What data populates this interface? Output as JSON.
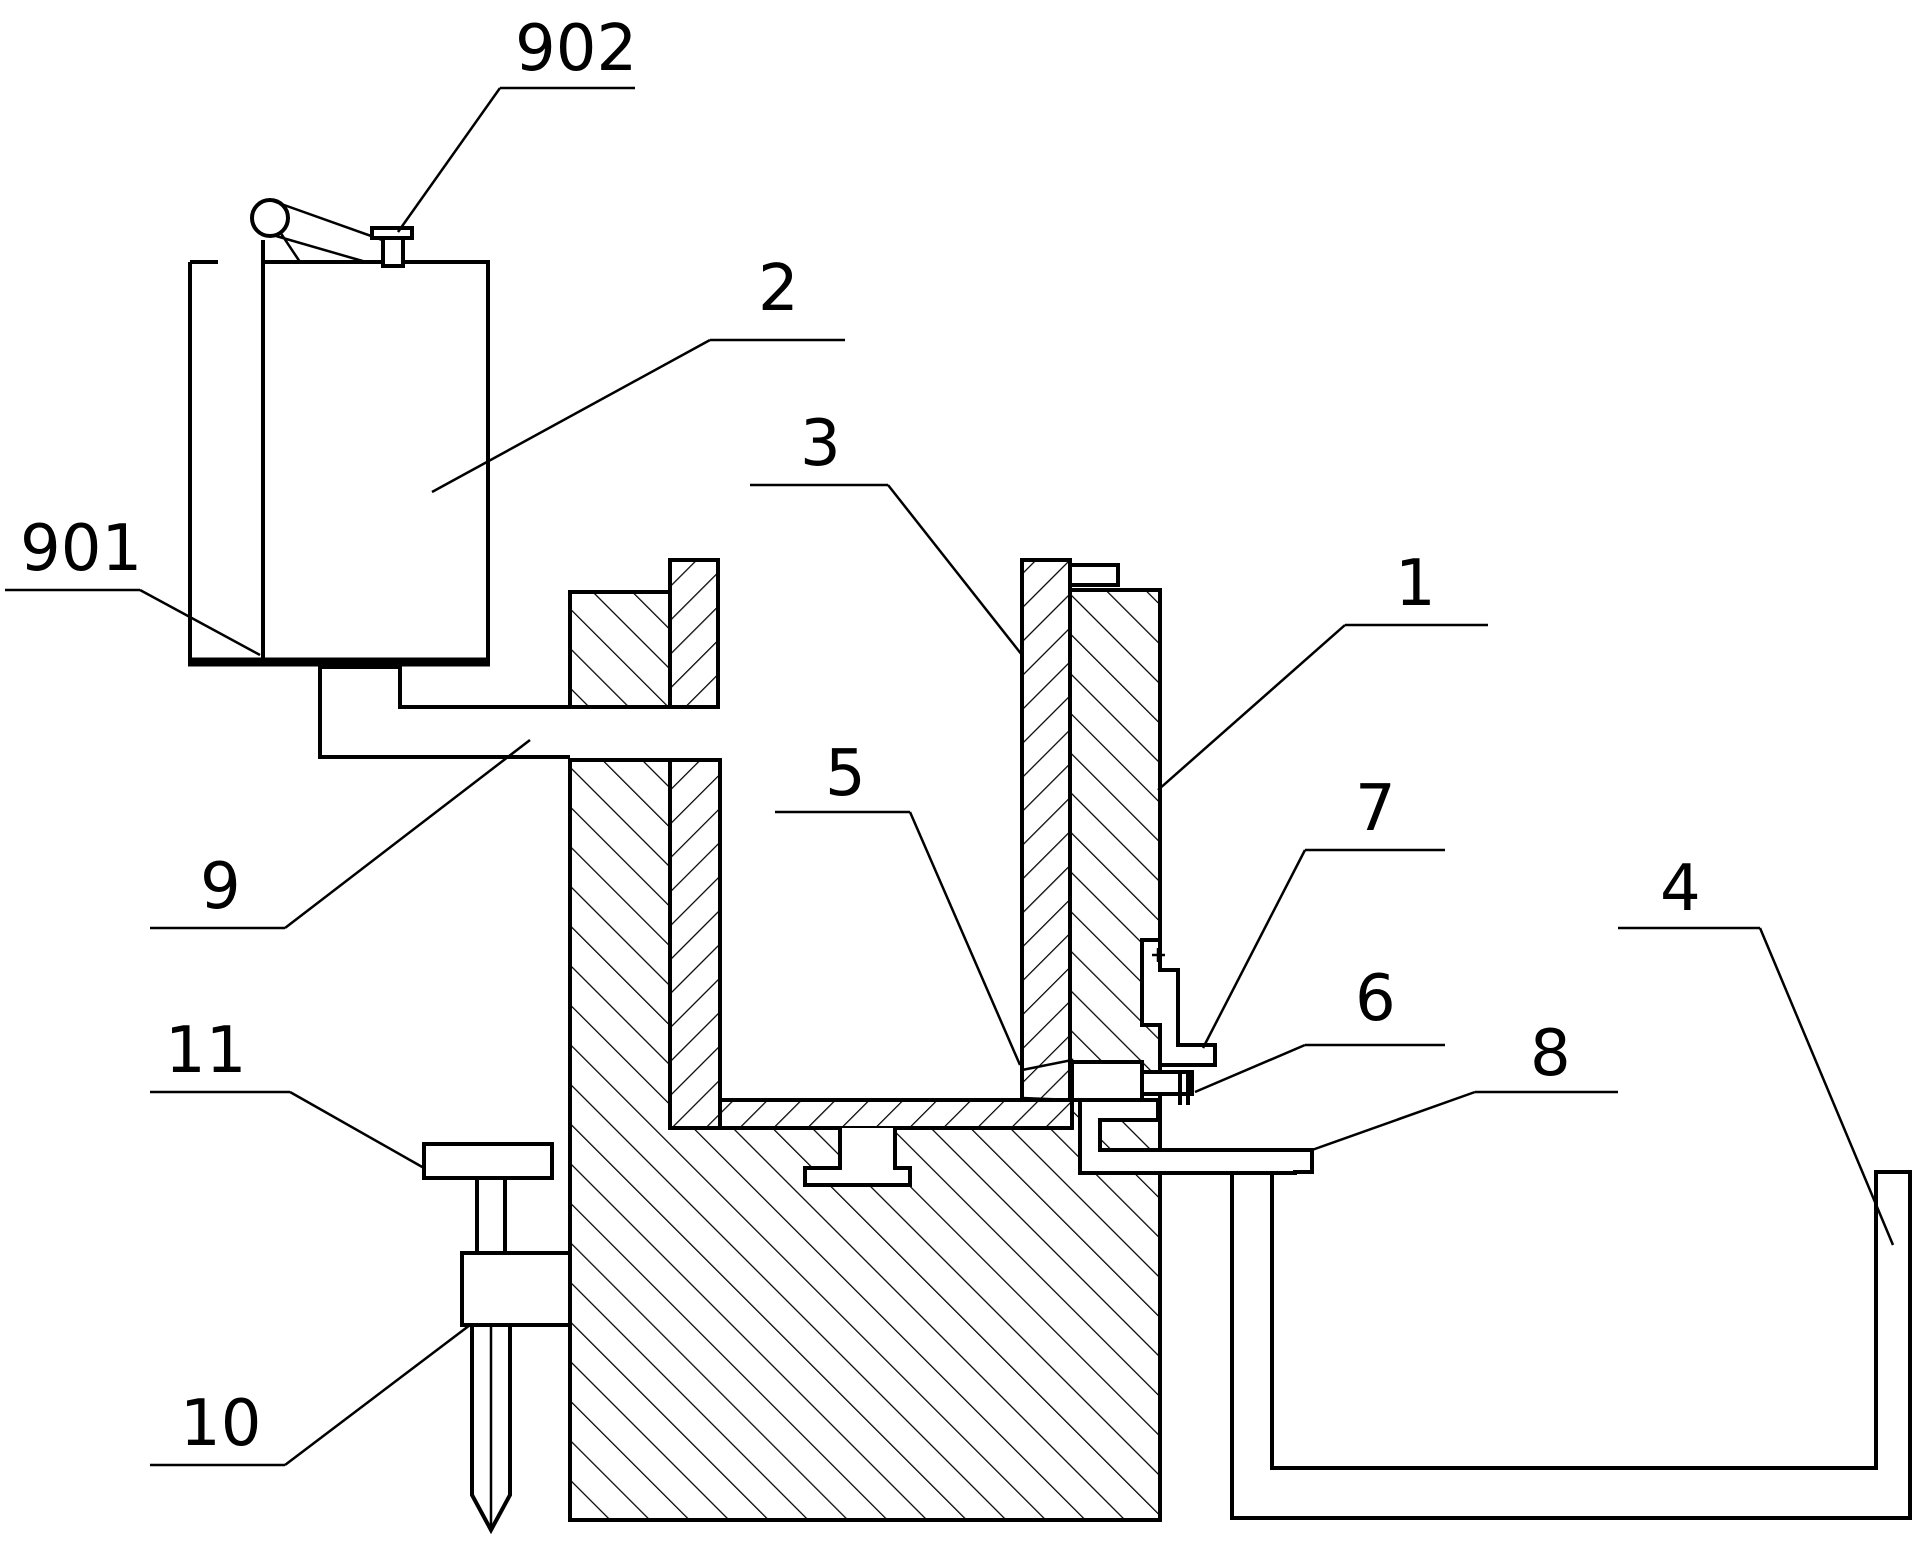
{
  "labels": {
    "l902": "902",
    "l2": "2",
    "l3": "3",
    "l1": "1",
    "l901": "901",
    "l9": "9",
    "l5": "5",
    "l7": "7",
    "l6": "6",
    "l8": "8",
    "l4": "4",
    "l11": "11",
    "l10": "10"
  }
}
